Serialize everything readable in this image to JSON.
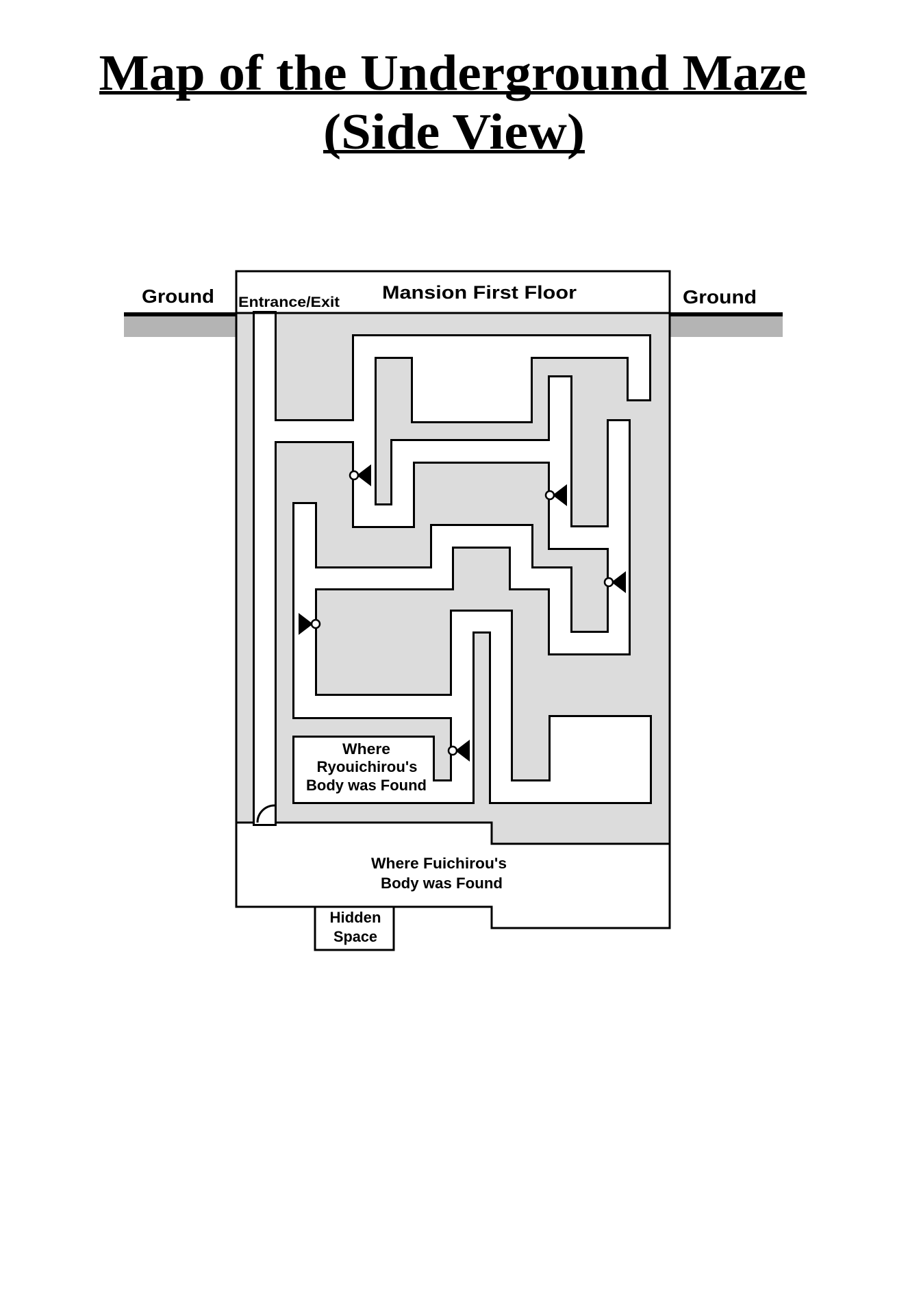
{
  "title": {
    "line1": "Map of the Underground Maze",
    "line2": "(Side View)"
  },
  "labels": {
    "ground_left": "Ground",
    "ground_right": "Ground",
    "entrance_exit": "Entrance/Exit",
    "mansion_first_floor": "Mansion First Floor",
    "ryouichirou_room": [
      "Where",
      "Ryouichirou's",
      "Body was Found"
    ],
    "fuichirou_room": [
      "Where Fuichirou's",
      "Body was Found"
    ],
    "hidden_space": [
      "Hidden",
      "Space"
    ]
  },
  "legend": {
    "door_symbol": "door-icon (circle hinge + triangle)",
    "door_count": 5
  },
  "colors": {
    "wall": "#000000",
    "corridor": "#ffffff",
    "solid_rock": "#dcdcdc",
    "ground_band": "#b4b4b4",
    "background": "#ffffff"
  }
}
